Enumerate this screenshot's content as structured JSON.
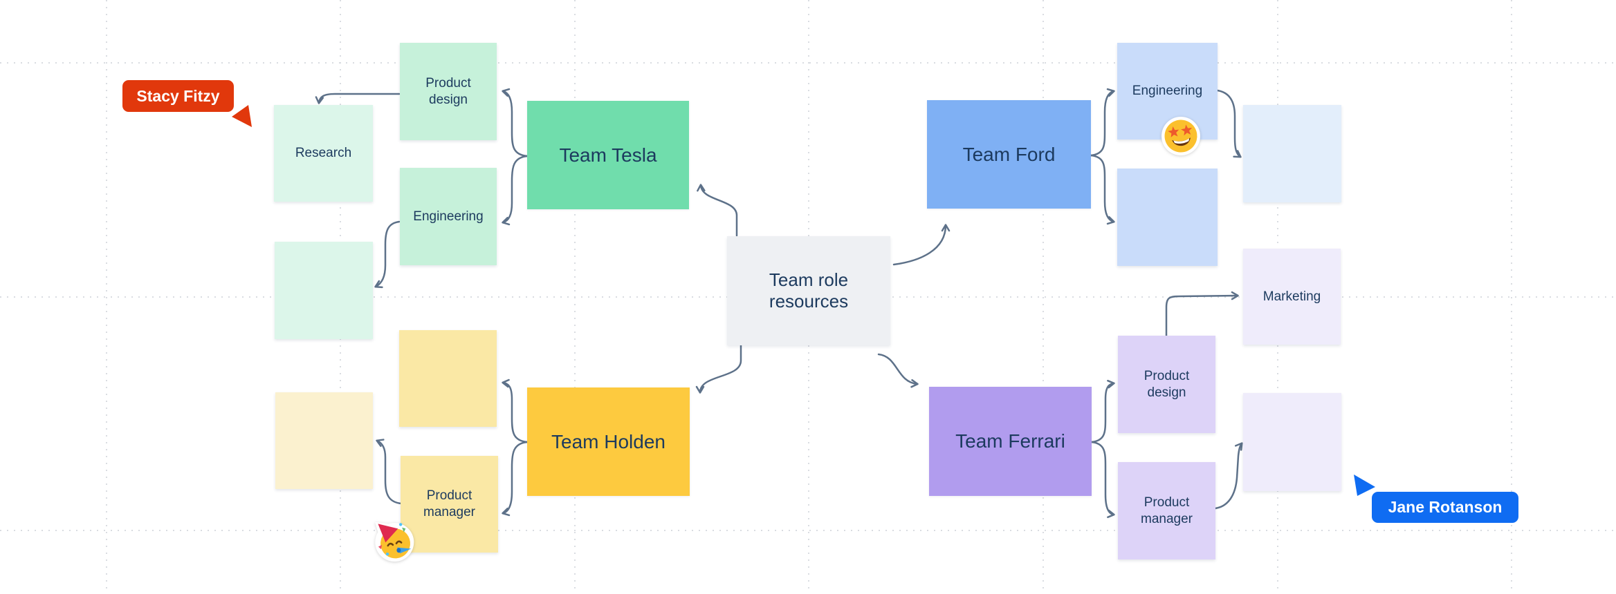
{
  "theme": {
    "bg_color": "#ffffff",
    "grid_color": "#d9dce1",
    "connector_color": "#5d7189",
    "text_color": "#1c3a5e"
  },
  "center_node": {
    "label": "Team role resources",
    "color": "#eef0f3"
  },
  "teams": [
    {
      "label": "Team Tesla",
      "color": "#70ddac"
    },
    {
      "label": "Team Ford",
      "color": "#7fb0f4"
    },
    {
      "label": "Team Holden",
      "color": "#fdca3f"
    },
    {
      "label": "Team Ferrari",
      "color": "#b19cee"
    }
  ],
  "stickies": [
    {
      "label": "Product design",
      "color": "#c6f1da"
    },
    {
      "label": "Research",
      "color": "#dcf6ea"
    },
    {
      "label": "Engineering",
      "color": "#c6f1da"
    },
    {
      "label": "",
      "color": "#dcf6ea"
    },
    {
      "label": "",
      "color": "#fbf1cf"
    },
    {
      "label": "",
      "color": "#fae8a5"
    },
    {
      "label": "Product manager",
      "color": "#fae8a5"
    },
    {
      "label": "Engineering",
      "color": "#c9dcfa"
    },
    {
      "label": "",
      "color": "#c9dcfa"
    },
    {
      "label": "",
      "color": "#e3eefb"
    },
    {
      "label": "Product design",
      "color": "#ddd3f8"
    },
    {
      "label": "Product manager",
      "color": "#ddd3f8"
    },
    {
      "label": "Marketing",
      "color": "#efecfb"
    },
    {
      "label": "",
      "color": "#efecfb"
    }
  ],
  "cursors": [
    {
      "name": "Stacy Fitzy",
      "color": "#e1380c"
    },
    {
      "name": "Jane Rotanson",
      "color": "#0f6cf2"
    }
  ],
  "stickers": [
    {
      "name": "star-struck-emoji"
    },
    {
      "name": "partying-face-emoji"
    }
  ]
}
